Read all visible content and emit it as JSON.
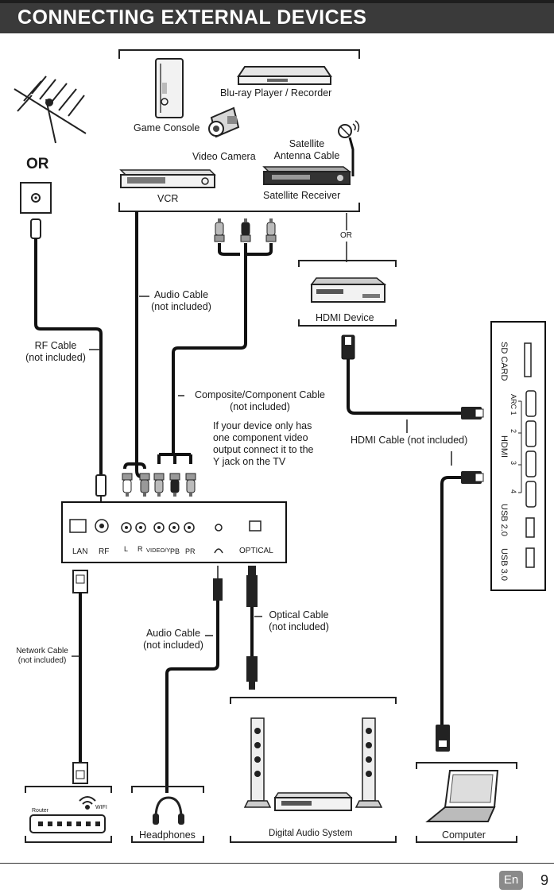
{
  "header": {
    "title": "CONNECTING EXTERNAL DEVICES"
  },
  "devices": {
    "bluray": "Blu-ray Player / Recorder",
    "game_console": "Game Console",
    "video_camera": "Video Camera",
    "satellite_cable": "Satellite\nAntenna Cable",
    "vcr": "VCR",
    "satellite_receiver": "Satellite Receiver",
    "hdmi_device": "HDMI Device",
    "headphones": "Headphones",
    "digital_audio": "Digital Audio System",
    "computer": "Computer",
    "router": "Router",
    "wifi": "WIFI"
  },
  "or_big": "OR",
  "or_small": "OR",
  "cables": {
    "audio_top": "Audio Cable\n(not included)",
    "rf": "RF Cable\n(not included)",
    "composite": "Composite/Component Cable\n(not included)",
    "component_note": "If your device only has\none component video\noutput connect it to the\nY jack on the TV",
    "hdmi": "HDMI Cable (not included)",
    "optical": "Optical Cable\n(not included)",
    "audio_bottom": "Audio Cable\n(not included)",
    "network": "Network Cable\n(not included)"
  },
  "panel_ports": {
    "lan": "LAN",
    "rf": "RF",
    "l": "L",
    "r": "R",
    "video": "VIDEO/Y",
    "pb": "PB",
    "pr": "PR",
    "optical": "OPTICAL"
  },
  "side_ports": {
    "sd": "SD CARD",
    "arc1": "ARC 1",
    "n2": "2",
    "hdmi": "HDMI",
    "n3": "3",
    "n4": "4",
    "usb2": "USB 2.0",
    "usb3": "USB 3.0"
  },
  "footer": {
    "lang": "En",
    "page": "9"
  }
}
